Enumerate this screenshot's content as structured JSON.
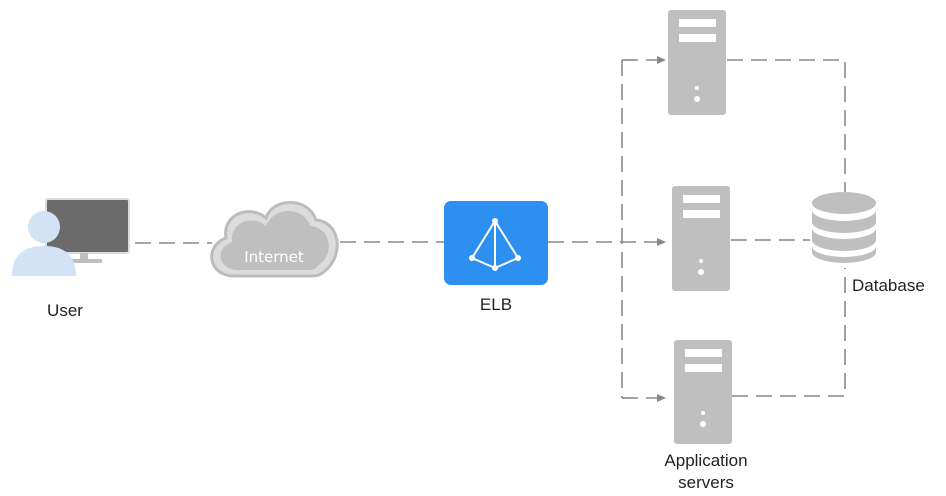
{
  "labels": {
    "user": "User",
    "internet": "Internet",
    "elb": "ELB",
    "database": "Database",
    "servers_line1": "Application",
    "servers_line2": "servers"
  },
  "icons": {
    "user": "user-computer-icon",
    "internet": "cloud-icon",
    "elb": "load-balancer-icon",
    "server": "server-icon",
    "database": "database-icon"
  },
  "colors": {
    "elb_accent": "#2d8ff0",
    "icon_gray": "#bfbfbf",
    "monitor": "#6b6b6b",
    "user_blue": "#d1e3f5",
    "line": "#888888"
  }
}
